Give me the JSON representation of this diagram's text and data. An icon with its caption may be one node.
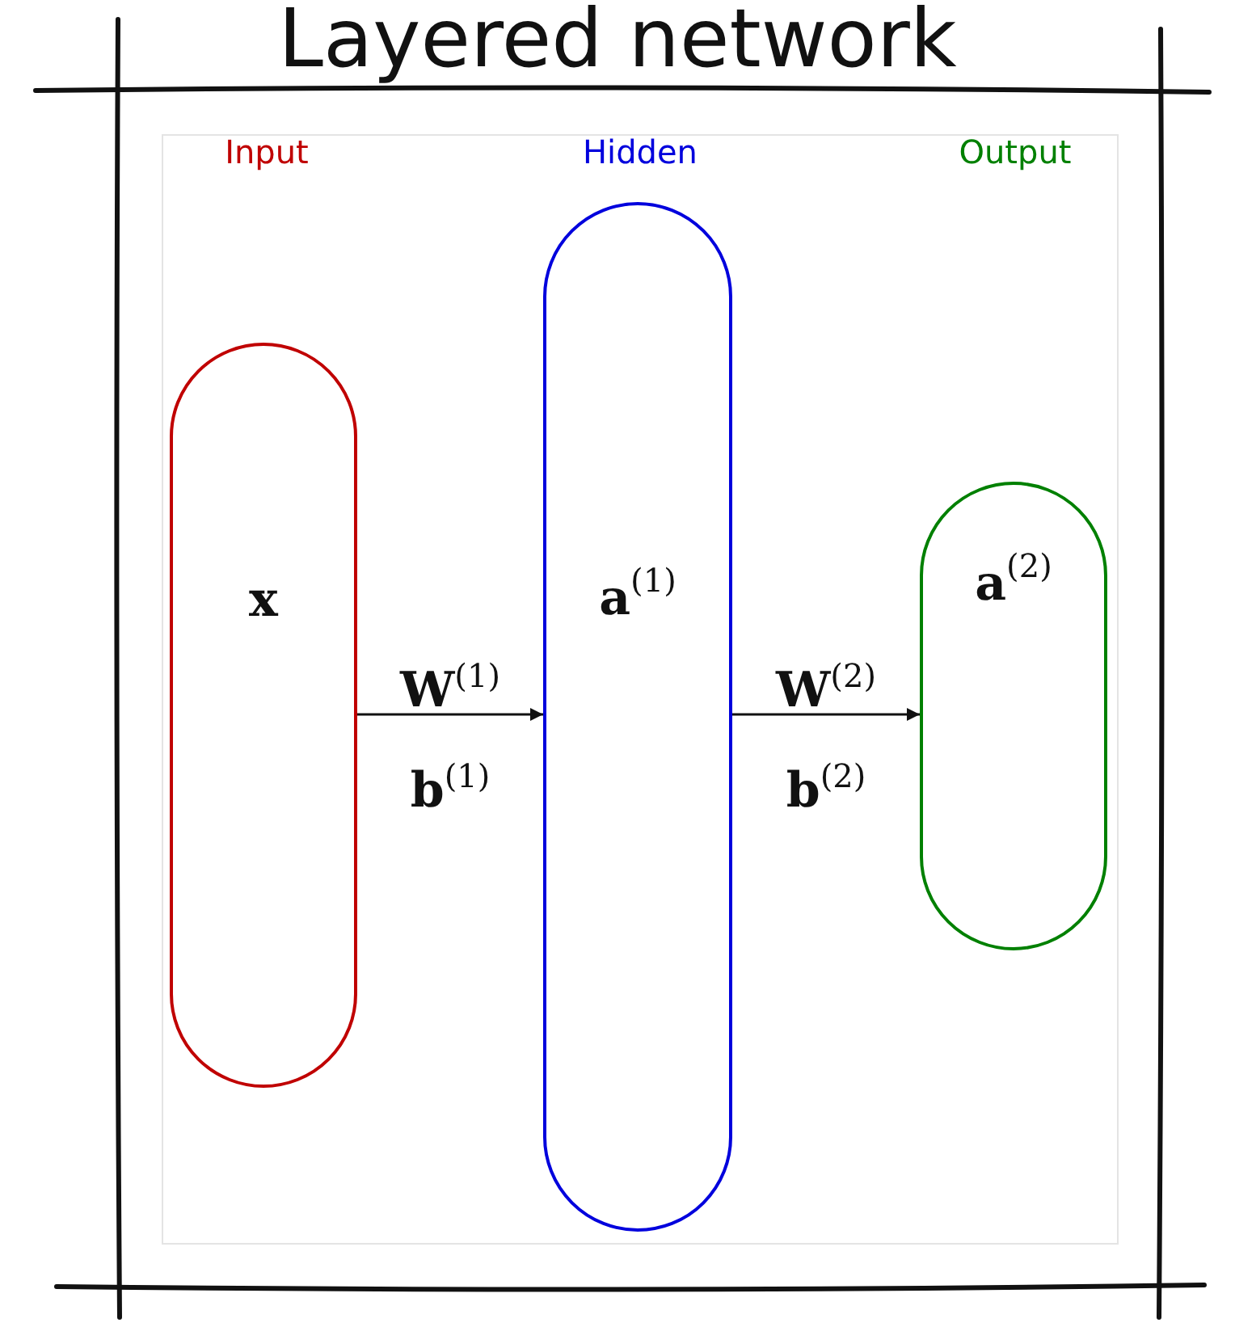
{
  "diagram": {
    "title": "Layered network",
    "nodes": [
      {
        "text": [
          "x"
        ]
      },
      {
        "text": [
          "**a**$^{(1)}$"
        ]
      },
      {
        "text": [
          "**a**$^{(2)}$"
        ]
      }
    ],
    "edges": [
      {
        "from": 0,
        "to": 1,
        "arrow": "to",
        "label": "**W**$^{(1)}$ **b**$^{(1)}$"
      },
      {
        "from": 1,
        "to": 2,
        "arrow": "to",
        "label": "**W**$^{(2)}$ **b**$^{(2)}$"
      }
    ],
    "labels": [
      "Input",
      "Hidden",
      "Output"
    ]
  }
}
